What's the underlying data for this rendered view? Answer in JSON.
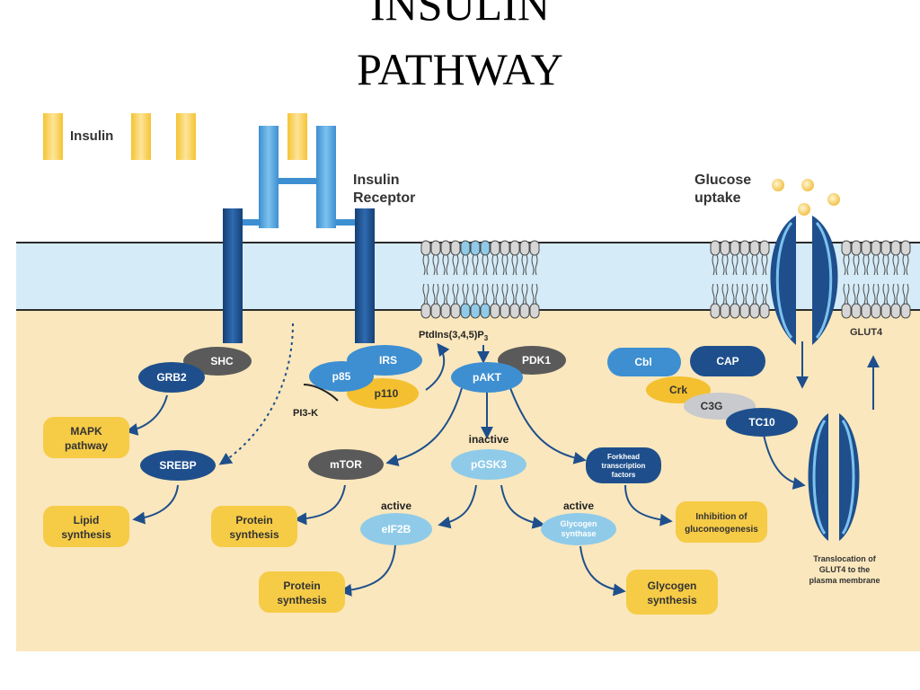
{
  "title": {
    "line1": "INSULIN",
    "line2": "PATHWAY"
  },
  "labels": {
    "insulin": "Insulin",
    "receptor_1": "Insulin",
    "receptor_2": "Receptor",
    "glucose_1": "Glucose",
    "glucose_2": "uptake",
    "ptdins_main": "PtdIns(3,4,5)P",
    "ptdins_sub": "3",
    "pi3k": "PI3-K",
    "inactive": "inactive",
    "active_eif2b": "active",
    "active_glycogen": "active",
    "glut4": "GLUT4",
    "translocation_1": "Translocation of",
    "translocation_2": "GLUT4 to the",
    "translocation_3": "plasma membrane"
  },
  "nodes": {
    "shc": "SHC",
    "grb2": "GRB2",
    "irs": "IRS",
    "p85": "p85",
    "p110": "p110",
    "pdk1": "PDK1",
    "pakt": "pAKT",
    "cbl": "Cbl",
    "cap": "CAP",
    "crk": "Crk",
    "c3g": "C3G",
    "tc10": "TC10",
    "srebp": "SREBP",
    "mtor": "mTOR",
    "pgsk3": "pGSK3",
    "eif2b": "eIF2B",
    "forkhead_1": "Forkhead",
    "forkhead_2": "transcription",
    "forkhead_3": "factors",
    "glycogen_synthase_1": "Glycogen",
    "glycogen_synthase_2": "synthase"
  },
  "outcomes": {
    "mapk_1": "MAPK",
    "mapk_2": "pathway",
    "lipid_1": "Lipid",
    "lipid_2": "synthesis",
    "protein1_1": "Protein",
    "protein1_2": "synthesis",
    "protein2_1": "Protein",
    "protein2_2": "synthesis",
    "glycogen_1": "Glycogen",
    "glycogen_2": "synthesis",
    "gluconeo_1": "Inhibition of",
    "gluconeo_2": "gluconeogenesis"
  },
  "colors": {
    "cytoplasm": "#fae7bd",
    "membrane": "#d5ebf7",
    "dark_blue": "#1e4f8c",
    "mid_blue": "#3d8fd1",
    "light_blue": "#8fcbe9",
    "gray": "#5a5a5a",
    "yellow": "#f4c02f",
    "outcome_yellow": "#f6cb46"
  }
}
